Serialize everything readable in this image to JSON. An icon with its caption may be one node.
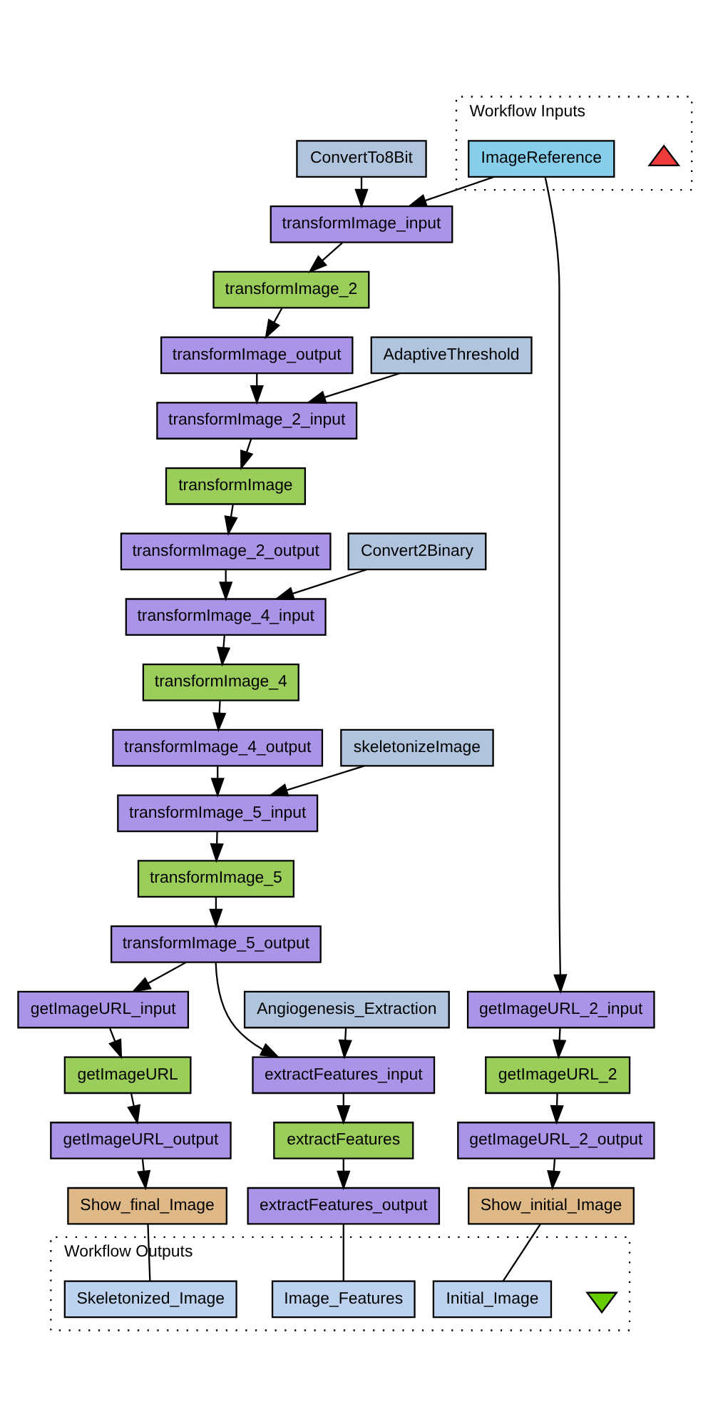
{
  "diagram": {
    "nodes": [
      {
        "text": [
          "Workflow Inputs"
        ]
      },
      {
        "text": [
          "ImageReference"
        ],
        "in": 0
      },
      {
        "text": [],
        "shape": "triangle",
        "in": 0
      },
      {
        "text": [
          "ConvertTo8Bit"
        ]
      },
      {
        "text": [
          "transformImage_input"
        ]
      },
      {
        "text": [
          "transformImage_2"
        ]
      },
      {
        "text": [
          "transformImage_output"
        ]
      },
      {
        "text": [
          "AdaptiveThreshold"
        ]
      },
      {
        "text": [
          "transformImage_2_input"
        ]
      },
      {
        "text": [
          "transformImage"
        ]
      },
      {
        "text": [
          "transformImage_2_output"
        ]
      },
      {
        "text": [
          "Convert2Binary"
        ]
      },
      {
        "text": [
          "transformImage_4_input"
        ]
      },
      {
        "text": [
          "transformImage_4"
        ]
      },
      {
        "text": [
          "transformImage_4_output"
        ]
      },
      {
        "text": [
          "skeletonizeImage"
        ]
      },
      {
        "text": [
          "transformImage_5_input"
        ]
      },
      {
        "text": [
          "transformImage_5"
        ]
      },
      {
        "text": [
          "transformImage_5_output"
        ]
      },
      {
        "text": [
          "Angiogenesis_Extraction"
        ]
      },
      {
        "text": [
          "getImageURL_input"
        ]
      },
      {
        "text": [
          "getImageURL_2_input"
        ]
      },
      {
        "text": [
          "extractFeatures_input"
        ]
      },
      {
        "text": [
          "getImageURL"
        ]
      },
      {
        "text": [
          "getImageURL_2"
        ]
      },
      {
        "text": [
          "extractFeatures"
        ]
      },
      {
        "text": [
          "getImageURL_output"
        ]
      },
      {
        "text": [
          "getImageURL_2_output"
        ]
      },
      {
        "text": [
          "extractFeatures_output"
        ]
      },
      {
        "text": [
          "Show_final_Image"
        ]
      },
      {
        "text": [
          "Show_initial_Image"
        ]
      },
      {
        "text": [
          "Workflow Outputs"
        ]
      },
      {
        "text": [
          "Image_Features"
        ],
        "in": 31
      },
      {
        "text": [
          "Skeletonized_Image"
        ],
        "in": 31
      },
      {
        "text": [
          "Initial_Image"
        ],
        "in": 31
      },
      {
        "text": [],
        "shape": "triangle",
        "in": 31
      }
    ],
    "edges": [
      {
        "from": 3,
        "to": 4,
        "arrow": "to"
      },
      {
        "from": 1,
        "to": 4,
        "arrow": "to"
      },
      {
        "from": 1,
        "to": 21,
        "arrow": "to"
      },
      {
        "from": 4,
        "to": 5,
        "arrow": "to"
      },
      {
        "from": 5,
        "to": 6,
        "arrow": "to"
      },
      {
        "from": 6,
        "to": 8,
        "arrow": "to"
      },
      {
        "from": 7,
        "to": 8,
        "arrow": "to"
      },
      {
        "from": 8,
        "to": 9,
        "arrow": "to"
      },
      {
        "from": 9,
        "to": 10,
        "arrow": "to"
      },
      {
        "from": 10,
        "to": 12,
        "arrow": "to"
      },
      {
        "from": 11,
        "to": 12,
        "arrow": "to"
      },
      {
        "from": 12,
        "to": 13,
        "arrow": "to"
      },
      {
        "from": 13,
        "to": 14,
        "arrow": "to"
      },
      {
        "from": 14,
        "to": 16,
        "arrow": "to"
      },
      {
        "from": 15,
        "to": 16,
        "arrow": "to"
      },
      {
        "from": 16,
        "to": 17,
        "arrow": "to"
      },
      {
        "from": 17,
        "to": 18,
        "arrow": "to"
      },
      {
        "from": 18,
        "to": 22,
        "arrow": "to"
      },
      {
        "from": 18,
        "to": 20,
        "arrow": "to"
      },
      {
        "from": 19,
        "to": 22,
        "arrow": "to"
      },
      {
        "from": 20,
        "to": 23,
        "arrow": "to"
      },
      {
        "from": 23,
        "to": 26,
        "arrow": "to"
      },
      {
        "from": 22,
        "to": 25,
        "arrow": "to"
      },
      {
        "from": 25,
        "to": 28,
        "arrow": "to"
      },
      {
        "from": 21,
        "to": 24,
        "arrow": "to"
      },
      {
        "from": 24,
        "to": 27,
        "arrow": "to"
      },
      {
        "from": 26,
        "to": 29,
        "arrow": "to"
      },
      {
        "from": 27,
        "to": 30,
        "arrow": "to"
      },
      {
        "from": 28,
        "to": 32,
        "arrow": "none"
      },
      {
        "from": 29,
        "to": 33,
        "arrow": "none"
      },
      {
        "from": 30,
        "to": 34,
        "arrow": "none"
      }
    ]
  }
}
